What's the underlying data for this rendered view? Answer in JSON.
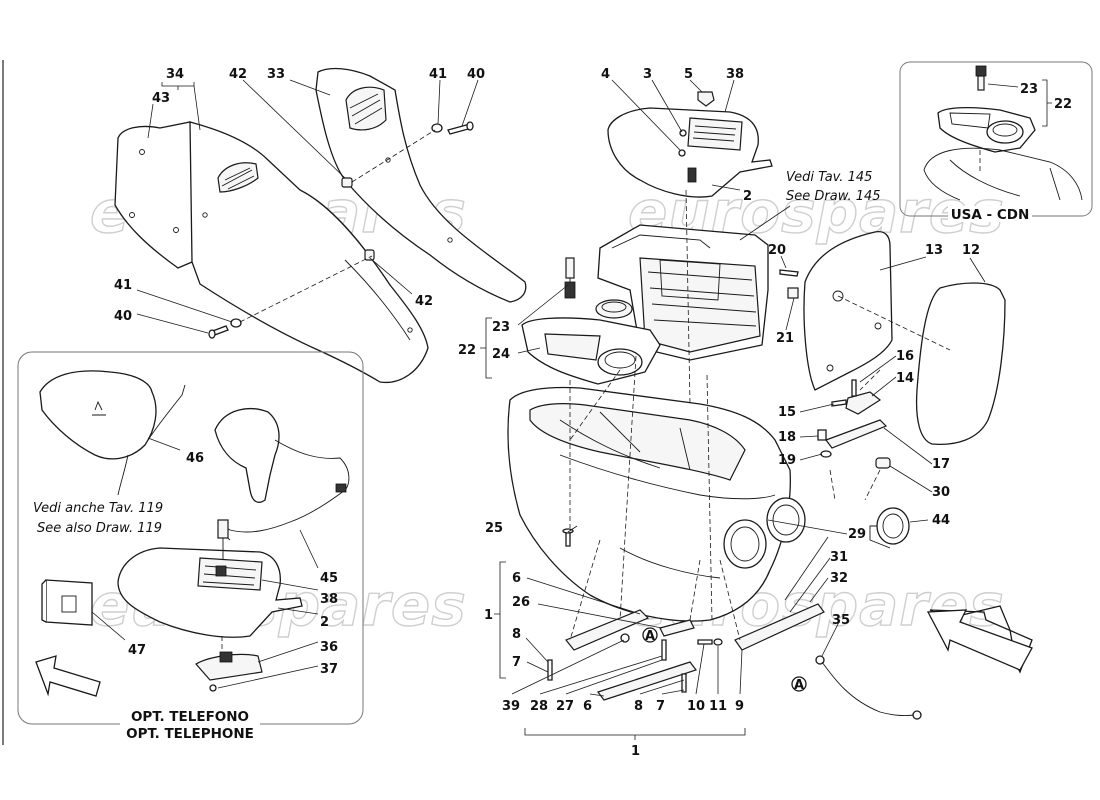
{
  "watermark": "eurospares",
  "callouts": [
    "34",
    "43",
    "42",
    "33",
    "41",
    "40",
    "4",
    "3",
    "5",
    "38",
    "2",
    "20",
    "13",
    "12",
    "41",
    "40",
    "42",
    "23",
    "24",
    "22",
    "21",
    "16",
    "14",
    "15",
    "18",
    "19",
    "17",
    "30",
    "44",
    "29",
    "31",
    "32",
    "25",
    "6",
    "26",
    "8",
    "7",
    "35",
    "39",
    "28",
    "27",
    "6",
    "8",
    "7",
    "10",
    "11",
    "9",
    "1",
    "1",
    "46",
    "45",
    "38",
    "2",
    "36",
    "37",
    "47",
    "23",
    "22",
    "A",
    "A"
  ],
  "notes": {
    "ref_145_it": "Vedi Tav. 145",
    "ref_145_en": "See Draw. 145",
    "ref_119_it": "Vedi anche Tav. 119",
    "ref_119_en": "See also Draw. 119"
  },
  "captions": {
    "usa_cdn": "USA - CDN",
    "phone_it": "OPT. TELEFONO",
    "phone_en": "OPT. TELEPHONE"
  }
}
